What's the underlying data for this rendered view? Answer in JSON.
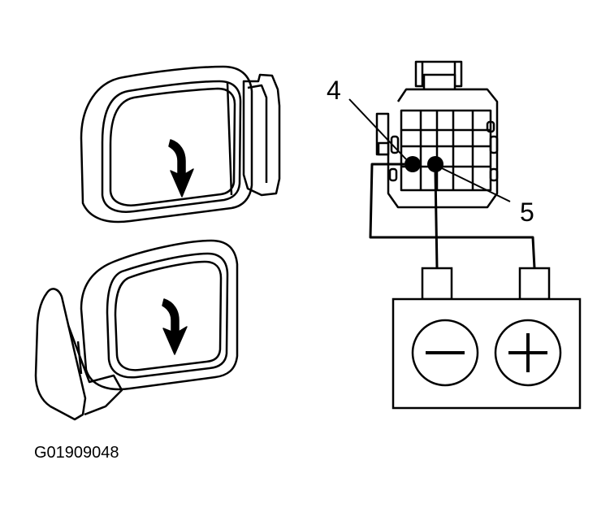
{
  "labels": {
    "pin_a": "4",
    "pin_b": "5",
    "figure_id": "G01909048"
  },
  "battery": {
    "negative_symbol": "−",
    "positive_symbol": "+"
  },
  "colors": {
    "line": "#000000",
    "background": "#ffffff"
  },
  "icons": {
    "tilt_down_arrow": "curved-down-arrow-icon"
  }
}
